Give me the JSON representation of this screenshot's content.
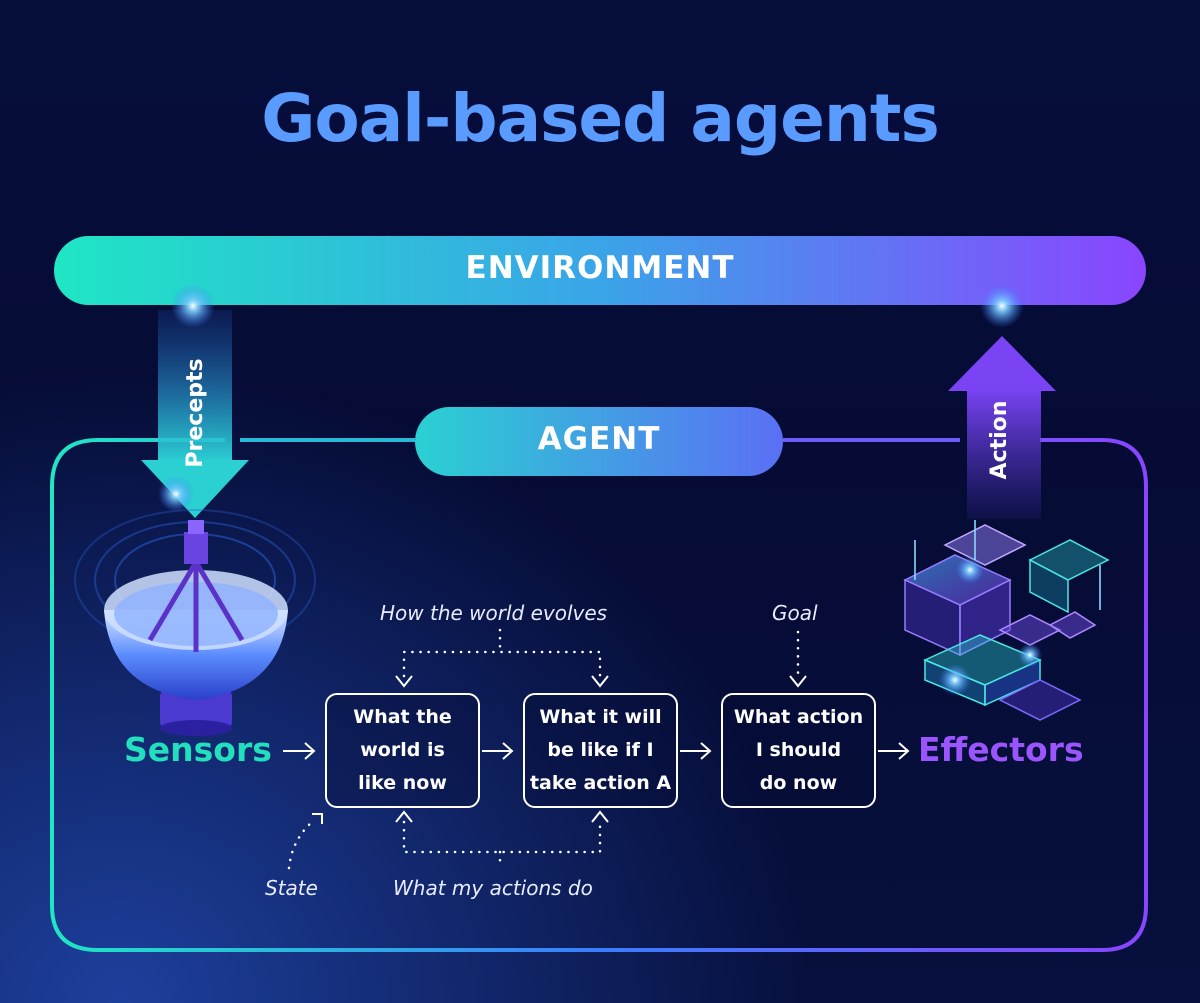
{
  "title": "Goal-based agents",
  "environment": {
    "label": "ENVIRONMENT"
  },
  "agent": {
    "label": "AGENT"
  },
  "arrows": {
    "precepts": "Precepts",
    "action": "Action"
  },
  "sensors": "Sensors",
  "effectors": "Effectors",
  "boxes": {
    "world_now": "What the\nworld is\nlike now",
    "will_be": "What it will\nbe like if I\ntake action A",
    "action_now": "What action\nI should\ndo now"
  },
  "annotations": {
    "evolves": "How the world evolves",
    "goal": "Goal",
    "state": "State",
    "actions_do": "What my actions do"
  },
  "colors": {
    "title": "#5a9bff",
    "teal": "#22e0bd",
    "purple": "#8a45ff",
    "blue": "#3a7dff",
    "background": "#050b34"
  },
  "icons": {
    "sensor": "satellite-dish-icon",
    "effector": "glowing-cubes-icon"
  }
}
